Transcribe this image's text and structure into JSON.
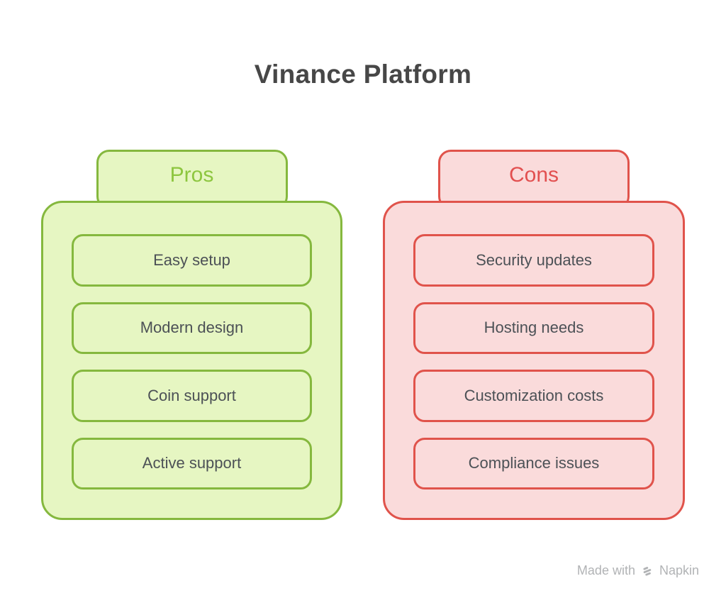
{
  "title": "Vinance Platform",
  "columns": [
    {
      "id": "pros",
      "label": "Pros",
      "items": [
        "Easy setup",
        "Modern design",
        "Coin support",
        "Active support"
      ],
      "colors": {
        "fill": "#e6f6c2",
        "border": "#85b83e",
        "label": "#8dc63f"
      }
    },
    {
      "id": "cons",
      "label": "Cons",
      "items": [
        "Security updates",
        "Hosting needs",
        "Customization costs",
        "Compliance issues"
      ],
      "colors": {
        "fill": "#fadbdb",
        "border": "#e0534b",
        "label": "#e25050"
      }
    }
  ],
  "watermark": {
    "prefix": "Made with",
    "brand": "Napkin",
    "color": "#b1b3b5"
  }
}
